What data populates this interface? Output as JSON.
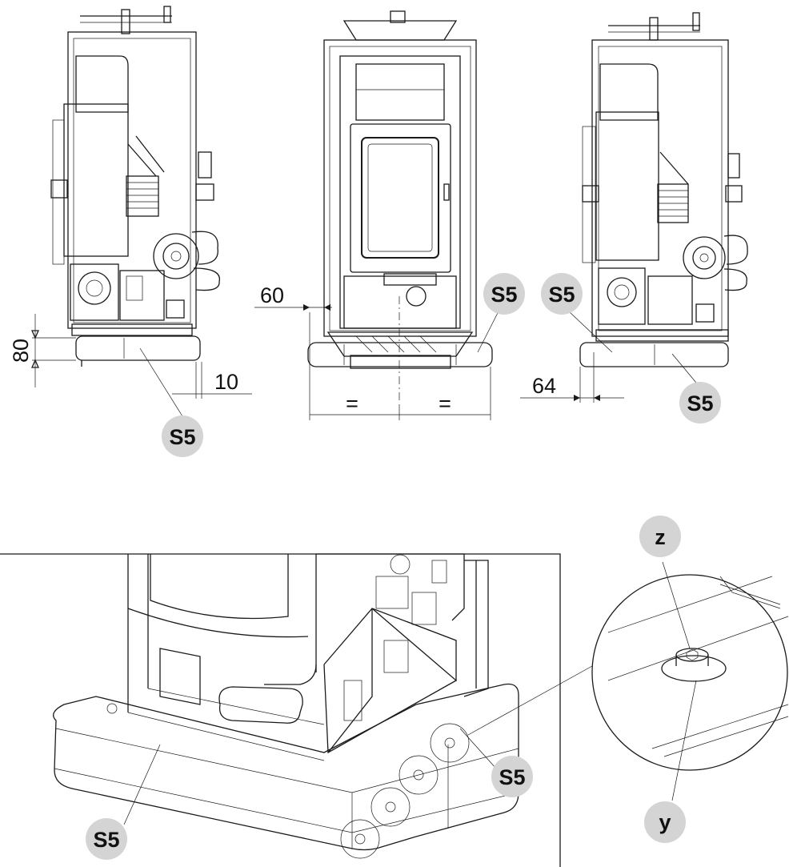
{
  "dimensions": {
    "height_left": "80",
    "offset_left": "10",
    "offset_front": "60",
    "offset_right": "64",
    "equal_left": "=",
    "equal_right": "="
  },
  "callouts": {
    "part": "S5",
    "detail_z": "z",
    "detail_y": "y"
  },
  "colors": {
    "badge_fill": "#d4d4d4",
    "line": "#1a1a1a"
  }
}
